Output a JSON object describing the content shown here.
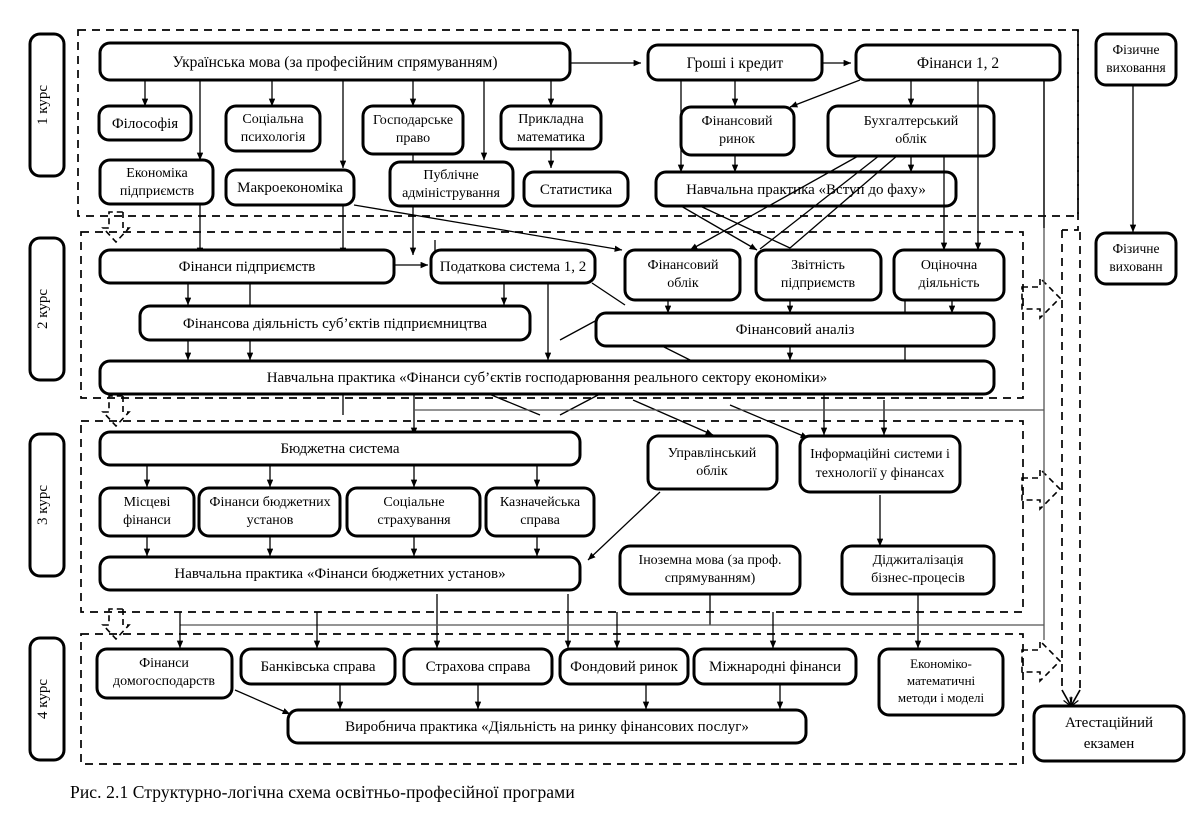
{
  "figure": {
    "caption": "Рис. 2.1 Структурно-логічна схема освітньо-професійної програми"
  },
  "year_labels": [
    {
      "id": "year-1",
      "text": "1 курс"
    },
    {
      "id": "year-2",
      "text": "2 курс"
    },
    {
      "id": "year-3",
      "text": "3 курс"
    },
    {
      "id": "year-4",
      "text": "4 курс"
    }
  ],
  "year1": {
    "ukrainian_language": "Українська мова (за професійним спрямуванням)",
    "money_credit": "Гроші і кредит",
    "finance_12": "Фінанси 1, 2",
    "philosophy": "Філософія",
    "social_psychology": [
      "Соціальна",
      "психологія"
    ],
    "economic_law": [
      "Господарське",
      "право"
    ],
    "applied_math": [
      "Прикладна",
      "математика"
    ],
    "financial_market": [
      "Фінансовий",
      "ринок"
    ],
    "accounting": [
      "Бухгалтерський",
      "облік"
    ],
    "enterprise_economics": [
      "Економіка",
      "підприємств"
    ],
    "macroeconomics": "Макроекономіка",
    "public_admin": [
      "Публічне",
      "адміністрування"
    ],
    "statistics": "Статистика",
    "intro_practice": "Навчальна практика «Вступ до фаху»"
  },
  "year2": {
    "enterprise_finance": "Фінанси підприємств",
    "tax_system": "Податкова система 1, 2",
    "financial_accounting": [
      "Фінансовий",
      "облік"
    ],
    "enterprise_reporting": [
      "Звітність",
      "підприємств"
    ],
    "valuation_activity": [
      "Оціночна",
      "діяльність"
    ],
    "financial_activity": "Фінансова діяльність суб’єктів підприємництва",
    "financial_analysis": "Фінансовий аналіз",
    "practice": "Навчальна практика «Фінанси суб’єктів господарювання реального сектору економіки»"
  },
  "year3": {
    "budget_system": "Бюджетна система",
    "local_finance": [
      "Місцеві",
      "фінанси"
    ],
    "budget_institutions_finance": [
      "Фінанси бюджетних",
      "установ"
    ],
    "social_insurance": [
      "Соціальне",
      "страхування"
    ],
    "treasury": [
      "Казначейська",
      "справа"
    ],
    "management_accounting": [
      "Управлінський",
      "облік"
    ],
    "information_systems": [
      "Інформаційні системи і",
      "технології у фінансах"
    ],
    "foreign_language": [
      "Іноземна мова (за проф.",
      "спрямуванням)"
    ],
    "digitalization": [
      "Діджиталізація",
      "бізнес-процесів"
    ],
    "practice": "Навчальна практика «Фінанси бюджетних установ»"
  },
  "year4": {
    "household_finance": [
      "Фінанси",
      "домогосподарств"
    ],
    "banking": "Банківська справа",
    "insurance": "Страхова справа",
    "stock_market": "Фондовий ринок",
    "international_finance": "Міжнародні фінанси",
    "econ_math_methods": [
      "Економіко-",
      "математичні",
      "методи і моделі"
    ],
    "practice": "Виробнича практика «Діяльність на ринку фінансових послуг»"
  },
  "side_column": {
    "physical_education_top": [
      "Фізичне",
      "виховання"
    ],
    "physical_education_bottom": [
      "Фізичне",
      "вихованн"
    ],
    "attestation_exam": [
      "Атестаційний",
      "екзамен"
    ]
  }
}
